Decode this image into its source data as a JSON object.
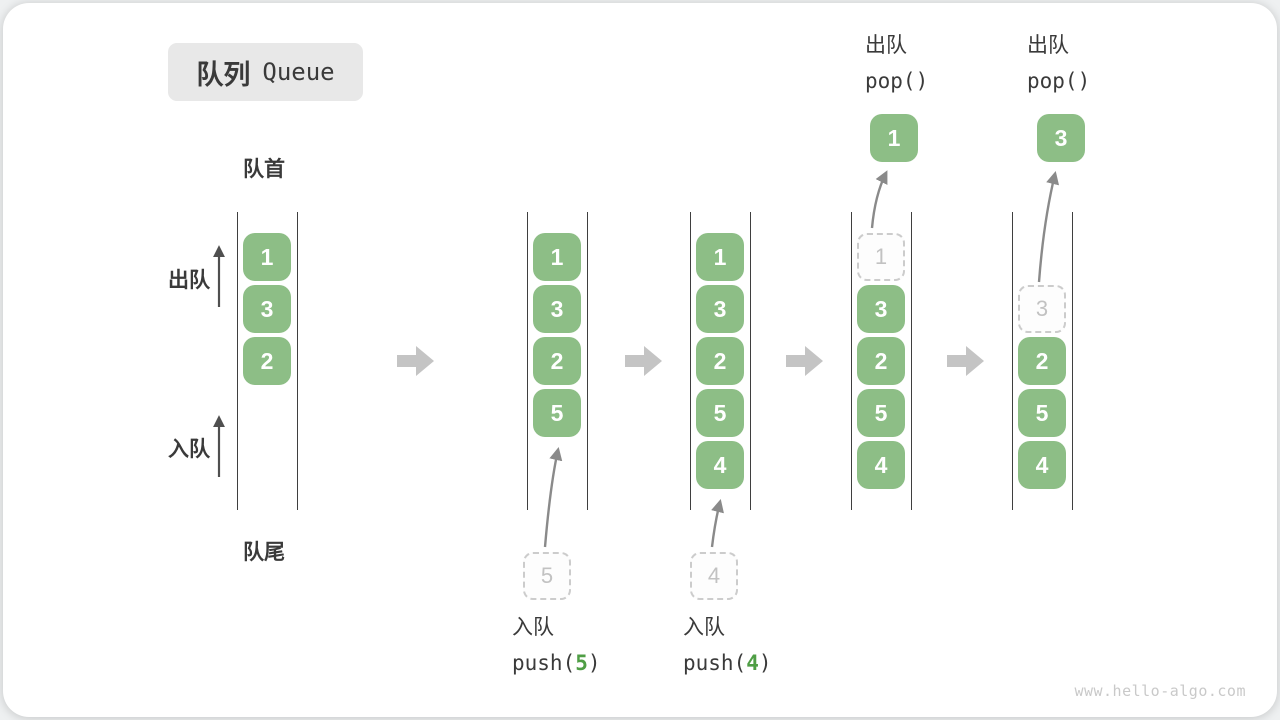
{
  "title": {
    "zh": "队列",
    "en": "Queue"
  },
  "labels": {
    "front": "队首",
    "rear": "队尾",
    "dequeue": "出队",
    "enqueue": "入队"
  },
  "queues": [
    {
      "items": [
        "1",
        "3",
        "2"
      ]
    },
    {
      "items": [
        "1",
        "3",
        "2",
        "5"
      ],
      "incoming": "5"
    },
    {
      "items": [
        "1",
        "3",
        "2",
        "5",
        "4"
      ],
      "incoming": "4"
    },
    {
      "items": [
        "3",
        "2",
        "5",
        "4"
      ],
      "ghost": "1",
      "popped": "1"
    },
    {
      "items": [
        "2",
        "5",
        "4"
      ],
      "ghost": "3",
      "popped": "3"
    }
  ],
  "annotations": {
    "push": {
      "action": "入队",
      "fn_open": "push(",
      "fn_close": ")"
    },
    "pop": {
      "action": "出队",
      "fn": "pop()"
    }
  },
  "watermark": "www.hello-algo.com",
  "colors": {
    "box_green": "#8dbe86",
    "arg_green": "#4f9e45",
    "block_arrow": "#c4c4c4",
    "thin_arrow_dark": "#4f4f4f",
    "thin_arrow_gray": "#8a8a8a",
    "wall": "#3f3f3f",
    "ink": "#3a3a3a",
    "badge_bg": "#e8e8e8"
  }
}
